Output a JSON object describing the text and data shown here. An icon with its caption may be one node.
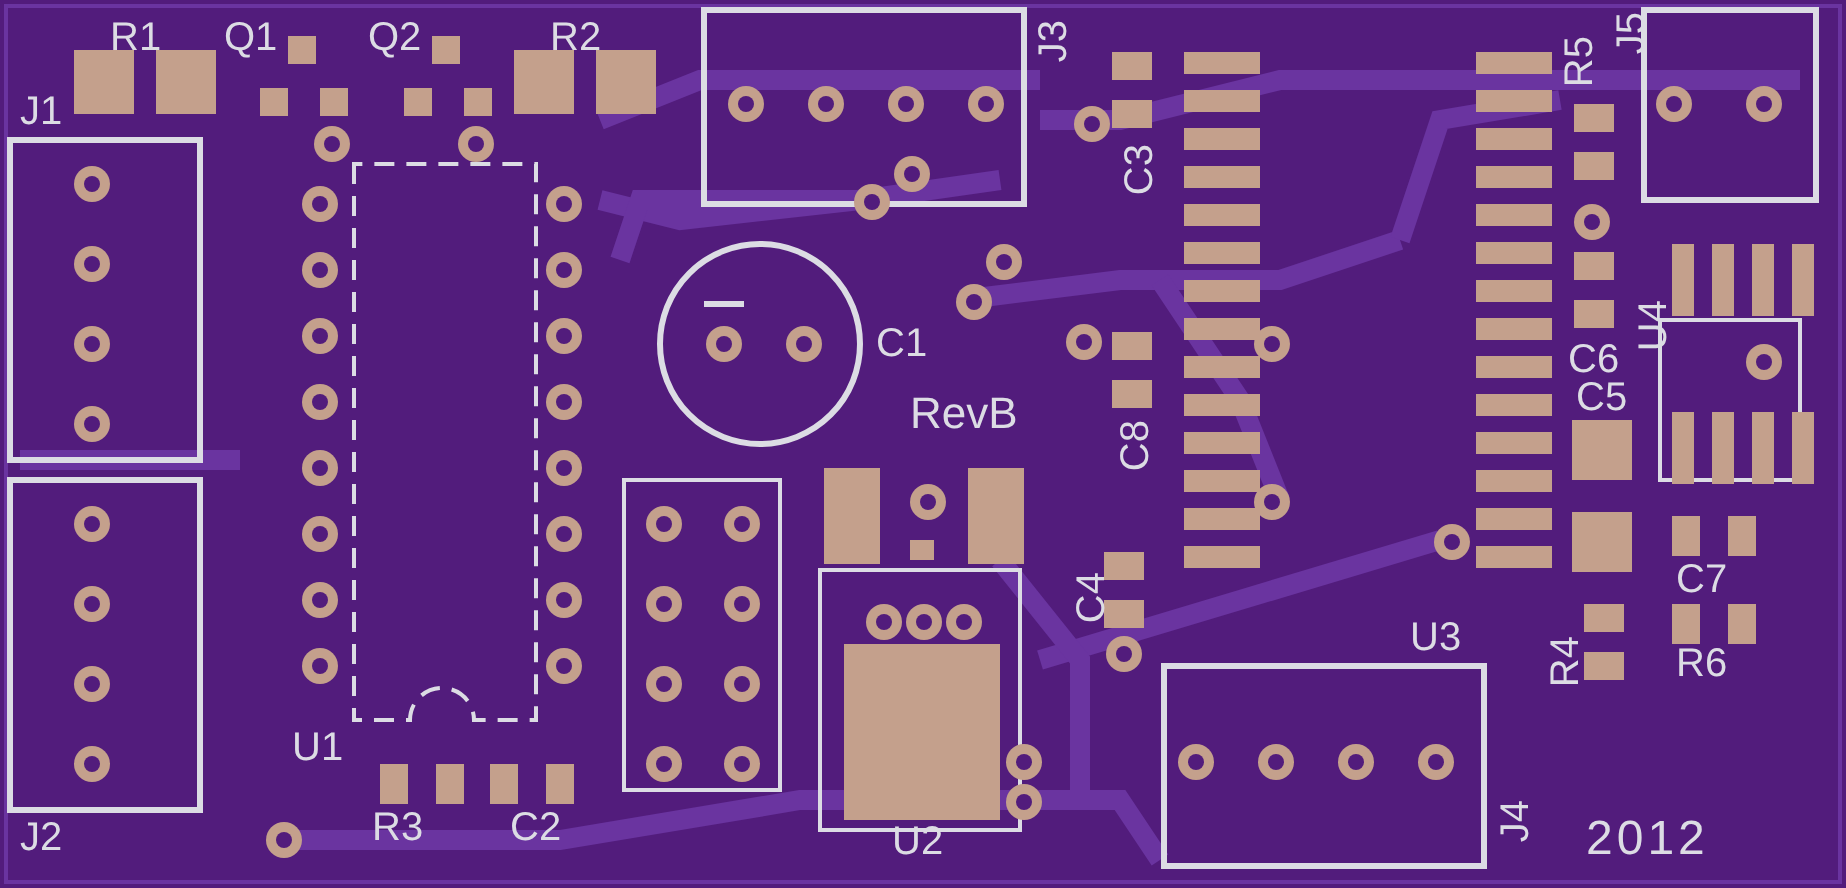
{
  "diagram": {
    "labels": [
      "R1",
      "Q1",
      "Q2",
      "R2",
      "J3",
      "R5",
      "J5",
      "J1",
      "C3",
      "C1",
      "U4",
      "C6",
      "C5",
      "RevB",
      "C8",
      "C7",
      "C4",
      "R4",
      "R6",
      "U3",
      "U1",
      "J2",
      "R3",
      "C2",
      "U2",
      "J4",
      "2012"
    ]
  }
}
